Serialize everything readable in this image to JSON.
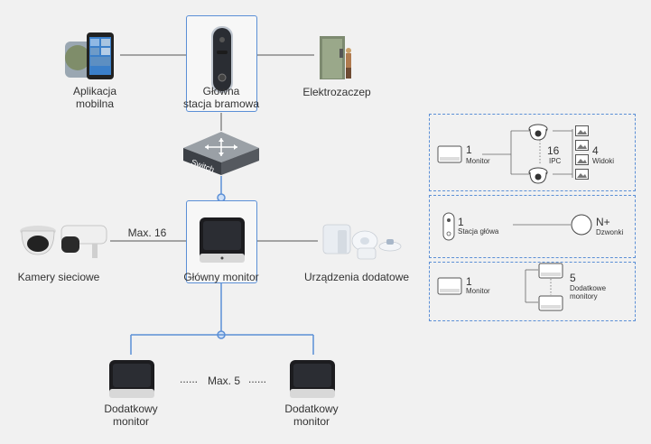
{
  "nodes": {
    "mobile_app": {
      "line1": "Aplikacja",
      "line2": "mobilna"
    },
    "gate_station": {
      "line1": "Główna",
      "line2": "stacja bramowa"
    },
    "door_lock": {
      "label": "Elektrozaczep"
    },
    "switch": {
      "label": "Switch"
    },
    "ip_cameras": {
      "label": "Kamery sieciowe"
    },
    "main_monitor": {
      "label": "Główny monitor"
    },
    "extra_devices": {
      "label": "Urządzenia dodatowe"
    },
    "extra_monitor_left": {
      "line1": "Dodatkowy",
      "line2": "monitor"
    },
    "extra_monitor_right": {
      "line1": "Dodatkowy",
      "line2": "monitor"
    }
  },
  "links": {
    "cameras_max": "Max. 16",
    "monitors_max": "Max. 5",
    "dots_left": "......",
    "dots_right": "......"
  },
  "panels": {
    "p1": {
      "monitor_count": "1",
      "monitor_label": "Monitor",
      "ipc_count": "16",
      "ipc_label": "IPC",
      "views_count": "4",
      "views_label": "Widoki"
    },
    "p2": {
      "station_count": "1",
      "station_label": "Stacja główa",
      "bells_count": "N+",
      "bells_label": "Dzwonki"
    },
    "p3": {
      "monitor_count": "1",
      "monitor_label": "Monitor",
      "extra_count": "5",
      "extra_label_1": "Dodatkowe",
      "extra_label_2": "monitory"
    }
  },
  "colors": {
    "accent": "#5b8fd6",
    "line": "#555555",
    "background": "#f1f1f1"
  }
}
